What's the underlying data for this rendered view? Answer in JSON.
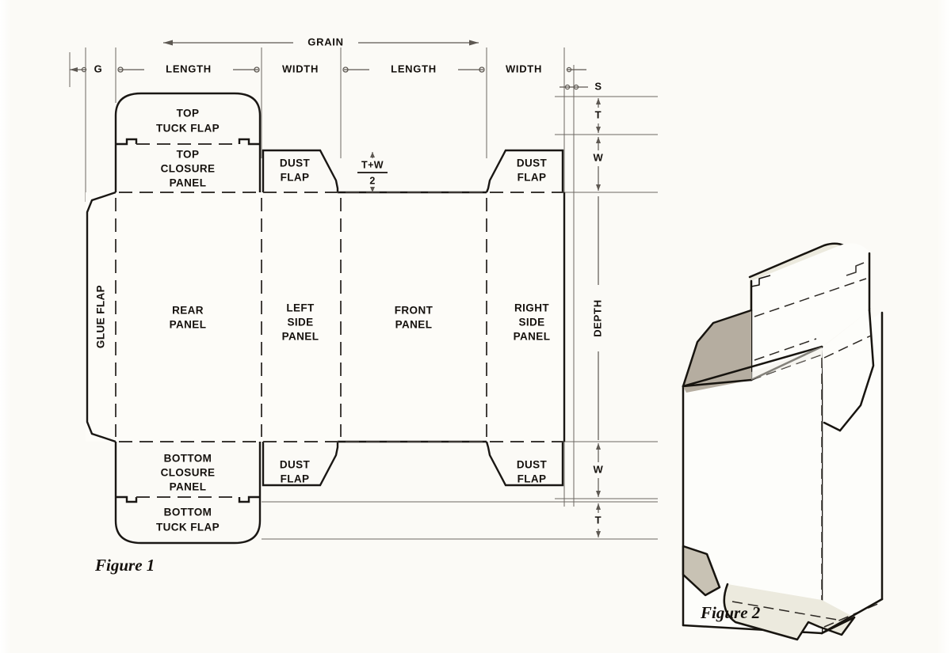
{
  "document": {
    "type": "carton-dieline-technical-drawing",
    "background_color": "#fbfaf6",
    "line_color": "#1a1714"
  },
  "figure1": {
    "caption": "Figure 1",
    "grain_label": "GRAIN",
    "top_dimensions": [
      {
        "id": "g",
        "label": "G"
      },
      {
        "id": "length-1",
        "label": "LENGTH"
      },
      {
        "id": "width-1",
        "label": "WIDTH"
      },
      {
        "id": "length-2",
        "label": "LENGTH"
      },
      {
        "id": "width-2",
        "label": "WIDTH"
      }
    ],
    "right_dimensions": [
      {
        "id": "s",
        "label": "S"
      },
      {
        "id": "t-top",
        "label": "T"
      },
      {
        "id": "w-top",
        "label": "W"
      },
      {
        "id": "depth",
        "label": "DEPTH"
      },
      {
        "id": "w-bottom",
        "label": "W"
      },
      {
        "id": "t-bottom",
        "label": "T"
      }
    ],
    "formula": {
      "numerator": "T+W",
      "denominator": "2"
    },
    "panels": {
      "glue_flap": "GLUE FLAP",
      "rear_panel": [
        "REAR",
        "PANEL"
      ],
      "left_side_panel": [
        "LEFT",
        "SIDE",
        "PANEL"
      ],
      "front_panel": [
        "FRONT",
        "PANEL"
      ],
      "right_side_panel": [
        "RIGHT",
        "SIDE",
        "PANEL"
      ]
    },
    "top_flaps": {
      "tuck_flap": [
        "TOP",
        "TUCK FLAP"
      ],
      "closure_panel": [
        "TOP",
        "CLOSURE",
        "PANEL"
      ],
      "dust_flap_left": [
        "DUST",
        "FLAP"
      ],
      "dust_flap_right": [
        "DUST",
        "FLAP"
      ]
    },
    "bottom_flaps": {
      "closure_panel": [
        "BOTTOM",
        "CLOSURE",
        "PANEL"
      ],
      "tuck_flap": [
        "BOTTOM",
        "TUCK FLAP"
      ],
      "dust_flap_left": [
        "DUST",
        "FLAP"
      ],
      "dust_flap_right": [
        "DUST",
        "FLAP"
      ]
    }
  },
  "figure2": {
    "caption": "Figure 2",
    "description": "assembled open carton perspective view"
  }
}
